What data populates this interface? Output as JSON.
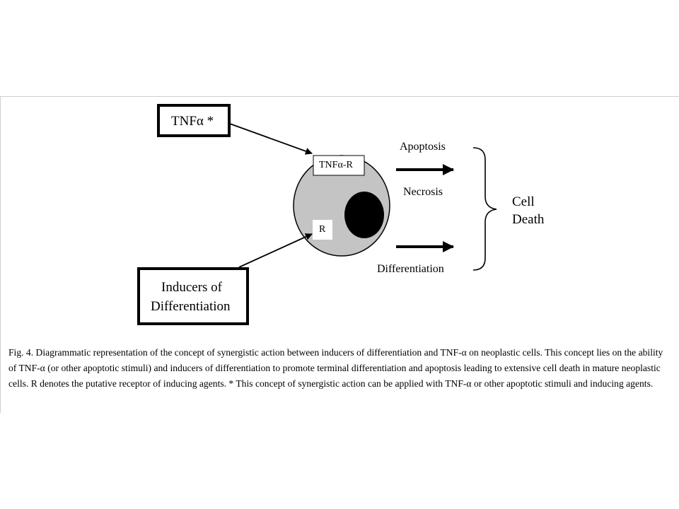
{
  "tnf_box": {
    "label": "TNFα *"
  },
  "inducers_box": {
    "line1": "Inducers of",
    "line2": "Differentiation"
  },
  "cell": {
    "tnf_receptor_label": "TNFα-R",
    "receptor_label": "R",
    "fill_color": "#c4c4c4",
    "nucleus_color": "#000000"
  },
  "outcomes": {
    "apoptosis": "Apoptosis",
    "necrosis": "Necrosis",
    "differentiation": "Differentiation"
  },
  "result": {
    "line1": "Cell",
    "line2": "Death"
  },
  "caption": "Fig. 4. Diagrammatic representation of the concept of synergistic action between inducers of differentiation and TNF-α on neoplastic cells. This concept lies on the ability of TNF-α (or other apoptotic stimuli) and inducers of differentiation to promote terminal differentiation and apoptosis leading to extensive cell death in mature neoplastic cells. R denotes the putative receptor of inducing agents.  * This concept of synergistic action can be applied with TNF-α or other apoptotic stimuli and inducing agents."
}
